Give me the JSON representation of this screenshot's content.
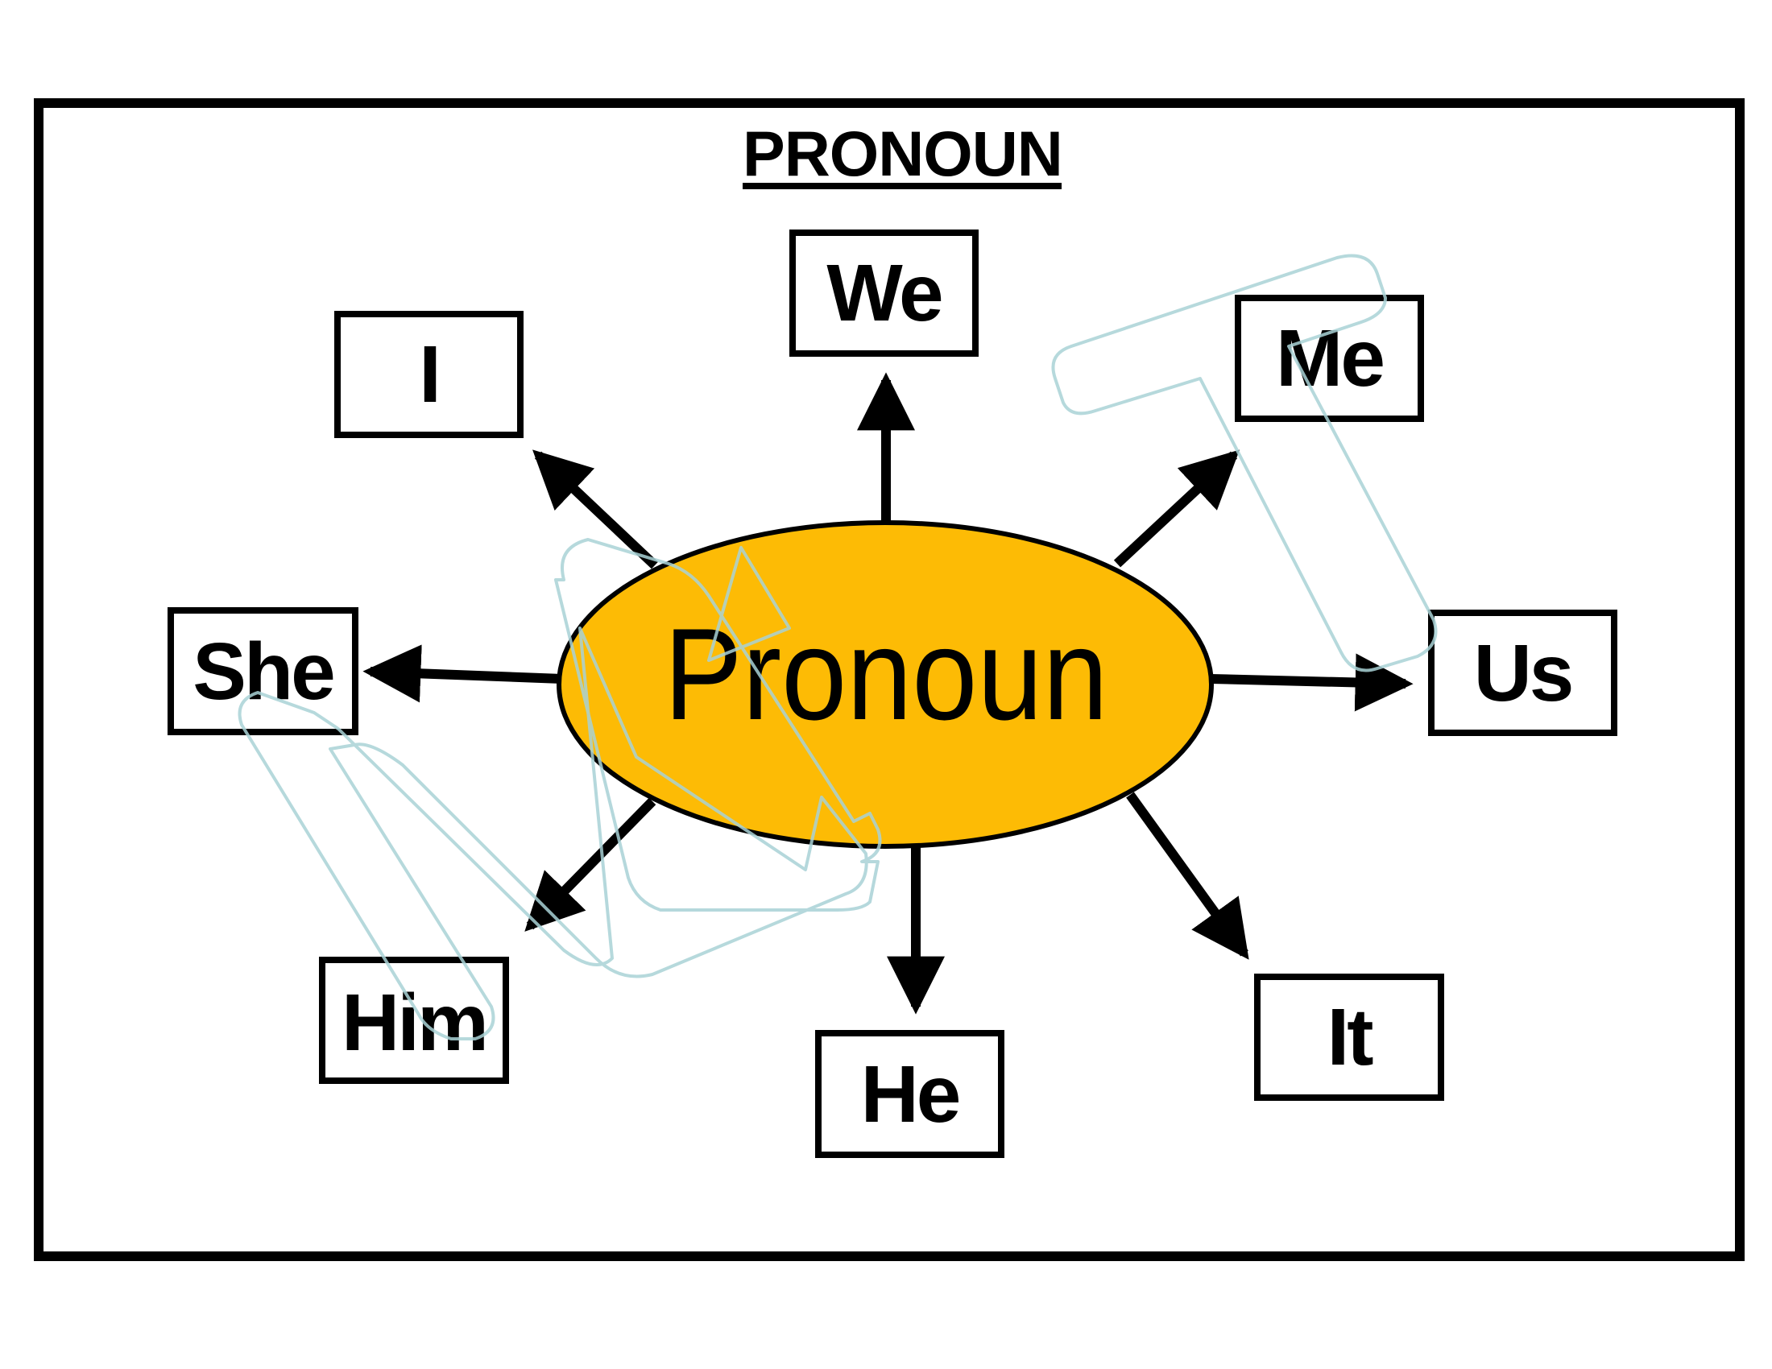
{
  "title": "PRONOUN",
  "center": {
    "label": "Pronoun",
    "fill_color": "#FDBB05"
  },
  "nodes": [
    {
      "id": "i",
      "label": "I"
    },
    {
      "id": "we",
      "label": "We"
    },
    {
      "id": "me",
      "label": "Me"
    },
    {
      "id": "she",
      "label": "She"
    },
    {
      "id": "us",
      "label": "Us"
    },
    {
      "id": "him",
      "label": "Him"
    },
    {
      "id": "he",
      "label": "He"
    },
    {
      "id": "it",
      "label": "It"
    }
  ],
  "edges": [
    {
      "from": "Pronoun",
      "to": "I"
    },
    {
      "from": "Pronoun",
      "to": "We"
    },
    {
      "from": "Pronoun",
      "to": "Me"
    },
    {
      "from": "Pronoun",
      "to": "She"
    },
    {
      "from": "Pronoun",
      "to": "Us"
    },
    {
      "from": "Pronoun",
      "to": "Him"
    },
    {
      "from": "Pronoun",
      "to": "He"
    },
    {
      "from": "Pronoun",
      "to": "It"
    }
  ],
  "colors": {
    "outline": "#000000",
    "background": "#FFFFFF",
    "watermark": "#A9D2D6"
  }
}
